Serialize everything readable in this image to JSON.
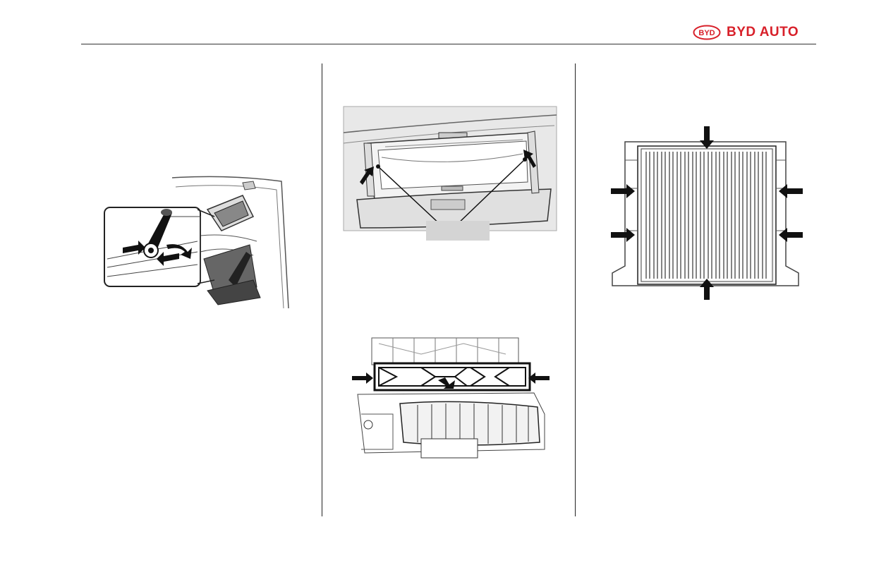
{
  "header": {
    "brand_text": "BYD AUTO",
    "emblem_text": "BYD",
    "brand_color": "#d8202a"
  },
  "figures": [
    {
      "id": "fig-glovebox-damper",
      "icon": "glovebox-damper-detach-illustration"
    },
    {
      "id": "fig-glovebox-open",
      "icon": "glovebox-stops-illustration"
    },
    {
      "id": "fig-filter-cover",
      "icon": "filter-cover-clips-illustration"
    },
    {
      "id": "fig-filter-element",
      "icon": "cabin-filter-element-illustration"
    }
  ]
}
